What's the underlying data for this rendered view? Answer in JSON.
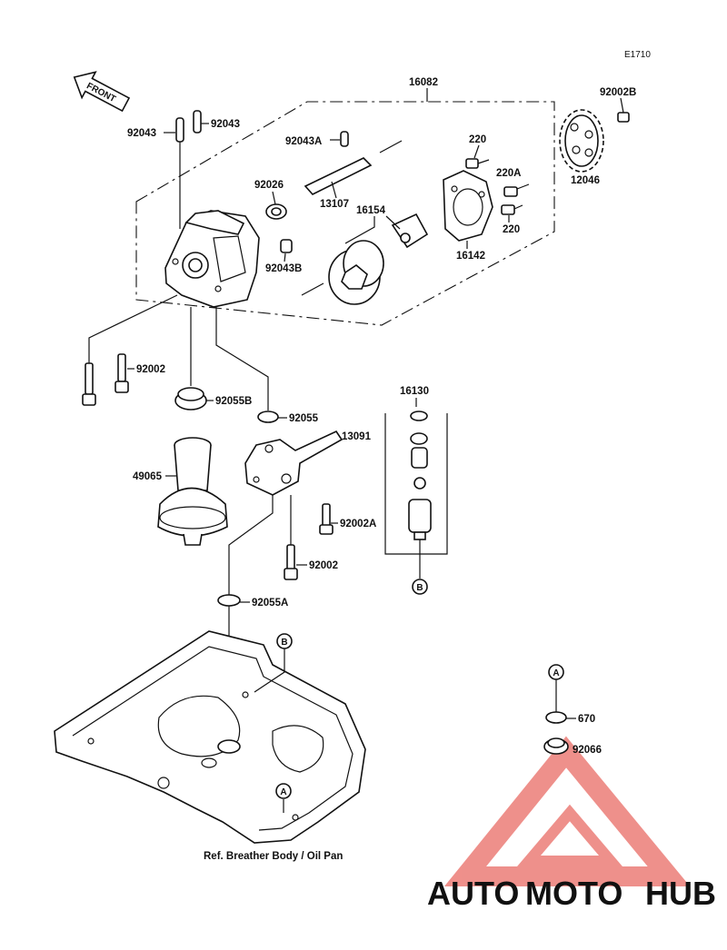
{
  "diagram_code": "E1710",
  "front_label": "FRONT",
  "caption": "Ref. Breather Body / Oil Pan",
  "parts": {
    "p16082": "16082",
    "p92002B": "92002B",
    "p92043_left": "92043",
    "p92043_right": "92043",
    "p92043A": "92043A",
    "p220_top": "220",
    "p220A": "220A",
    "p220_bottom": "220",
    "p92026": "92026",
    "p13107": "13107",
    "p16154": "16154",
    "p12046": "12046",
    "p16142": "16142",
    "p92043B": "92043B",
    "p92002_upper": "92002",
    "p92055B": "92055B",
    "p92055": "92055",
    "p16130": "16130",
    "p13091": "13091",
    "p49065": "49065",
    "p92002A": "92002A",
    "p92002_lower": "92002",
    "p92055A": "92055A",
    "p670": "670",
    "p92066": "92066"
  },
  "refs": {
    "b_pump": "B",
    "b_pan": "B",
    "a_pan": "A",
    "a_right": "A"
  },
  "watermark": {
    "part1": "AUTO",
    "part2": "MOTO",
    "part3": "HUB",
    "color_light": "#f5c27a",
    "color_red": "#e8504a",
    "color_gray": "#9a9a9a"
  }
}
